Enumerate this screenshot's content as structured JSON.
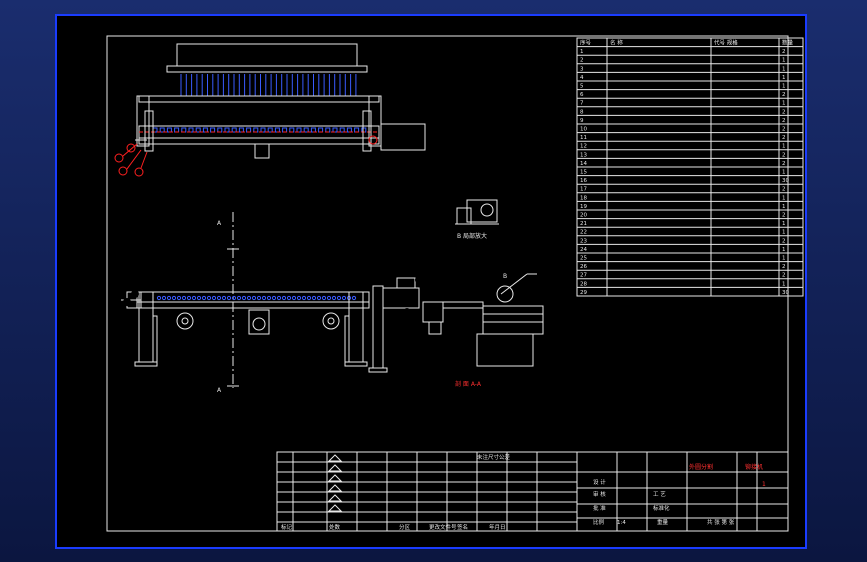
{
  "drawing": {
    "parts_list": {
      "headers": [
        "序号",
        "名 称",
        "代号 规格",
        "数量"
      ],
      "rows": [
        [
          "1",
          "",
          "",
          "2"
        ],
        [
          "2",
          "",
          "",
          "1"
        ],
        [
          "3",
          "",
          "",
          "1"
        ],
        [
          "4",
          "",
          "",
          "1"
        ],
        [
          "5",
          "",
          "",
          "1"
        ],
        [
          "6",
          "",
          "",
          "2"
        ],
        [
          "7",
          "",
          "",
          "1"
        ],
        [
          "8",
          "",
          "",
          "2"
        ],
        [
          "9",
          "",
          "",
          "2"
        ],
        [
          "10",
          "",
          "",
          "2"
        ],
        [
          "11",
          "",
          "",
          "2"
        ],
        [
          "12",
          "",
          "",
          "1"
        ],
        [
          "13",
          "",
          "",
          "2"
        ],
        [
          "14",
          "",
          "",
          "2"
        ],
        [
          "15",
          "",
          "",
          "1"
        ],
        [
          "16",
          "",
          "",
          "30"
        ],
        [
          "17",
          "",
          "",
          "2"
        ],
        [
          "18",
          "",
          "",
          "1"
        ],
        [
          "19",
          "",
          "",
          "1"
        ],
        [
          "20",
          "",
          "",
          "2"
        ],
        [
          "21",
          "",
          "",
          "1"
        ],
        [
          "22",
          "",
          "",
          "1"
        ],
        [
          "23",
          "",
          "",
          "2"
        ],
        [
          "24",
          "",
          "",
          "1"
        ],
        [
          "25",
          "",
          "",
          "1"
        ],
        [
          "26",
          "",
          "",
          "2"
        ],
        [
          "27",
          "",
          "",
          "2"
        ],
        [
          "28",
          "",
          "",
          "1"
        ],
        [
          "29",
          "",
          "",
          "30"
        ]
      ]
    },
    "section_label": "剖 面 A-A",
    "section_marker": "A",
    "detail_marker": "B",
    "detail_caption": "B 局部放大",
    "title_block": {
      "product_name": "外圆分割",
      "drawing_name": "铆接机",
      "sheet_number": "1",
      "scale_label": "比例",
      "scale_value": "1:4",
      "weight_label": "重量",
      "sheet_label": "共 张 第 张",
      "design_label": "设 计",
      "check_label": "审 核",
      "approve_label": "批 准",
      "process_label": "工 艺",
      "standard_label": "标准化",
      "row_labels": [
        "标记",
        "处数",
        "分区",
        "更改文件号",
        "签名",
        "年月日"
      ],
      "tolerance_table_title": "未注尺寸公差"
    }
  }
}
